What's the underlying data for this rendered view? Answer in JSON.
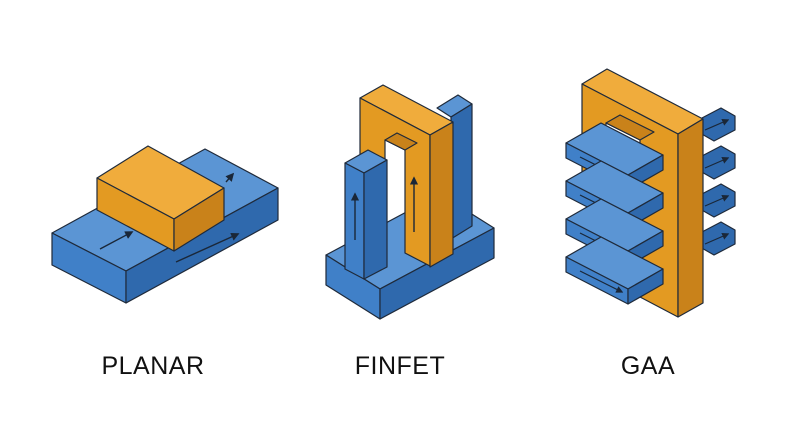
{
  "labels": {
    "planar": "PLANAR",
    "finfet": "FINFET",
    "gaa": "GAA"
  },
  "colors": {
    "channel_top": "#5b95d4",
    "channel_left": "#4080c8",
    "channel_right": "#2f69ad",
    "gate_top": "#f0ac3c",
    "gate_left": "#e39a22",
    "gate_right": "#c9821a",
    "outline": "#1f2a3a",
    "arrow": "#1a2738"
  },
  "icons": {
    "current_flow": "arrow-icon"
  }
}
